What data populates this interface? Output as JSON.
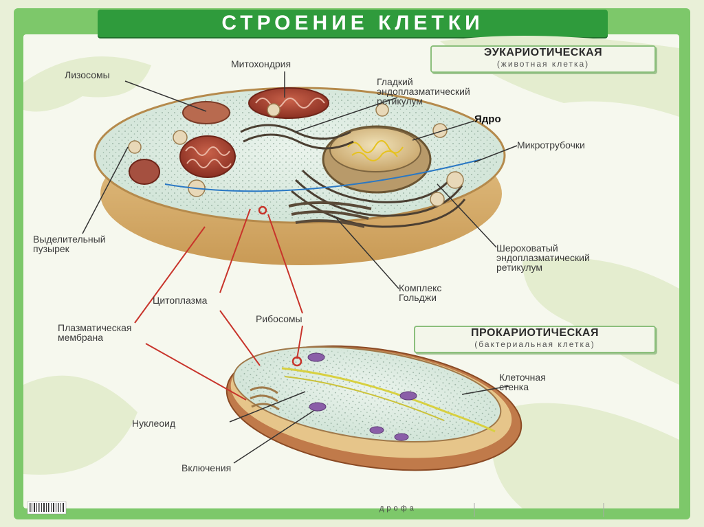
{
  "title": "СТРОЕНИЕ КЛЕТКИ",
  "eukaryote": {
    "heading": "ЭУКАРИОТИЧЕСКАЯ",
    "subheading": "(животная клетка)"
  },
  "prokaryote": {
    "heading": "ПРОКАРИОТИЧЕСКАЯ",
    "subheading": "(бактериальная клетка)"
  },
  "labels": {
    "lysosomes": "Лизосомы",
    "mitochondria": "Митохондрия",
    "smooth_er_1": "Гладкий",
    "smooth_er_2": "эндоплазматический",
    "smooth_er_3": "ретикулум",
    "nucleus": "Ядро",
    "microtubules": "Микротрубочки",
    "vesicle_1": "Выделительный",
    "vesicle_2": "пузырек",
    "rough_er_1": "Шероховатый",
    "rough_er_2": "эндоплазматический",
    "rough_er_3": "ретикулум",
    "golgi_1": "Комплекс",
    "golgi_2": "Гольджи",
    "cytoplasm": "Цитоплазма",
    "ribosomes": "Рибосомы",
    "membrane_1": "Плазматическая",
    "membrane_2": "мембрана",
    "cell_wall_1": "Клеточная",
    "cell_wall_2": "стенка",
    "nucleoid": "Нуклеоид",
    "inclusions": "Включения"
  },
  "footer": {
    "publisher": "дрофа"
  },
  "colors": {
    "frame_green": "#7dc86a",
    "title_green": "#2f9b3c",
    "leader_red": "#c8342b",
    "leader_dark": "#333333"
  }
}
